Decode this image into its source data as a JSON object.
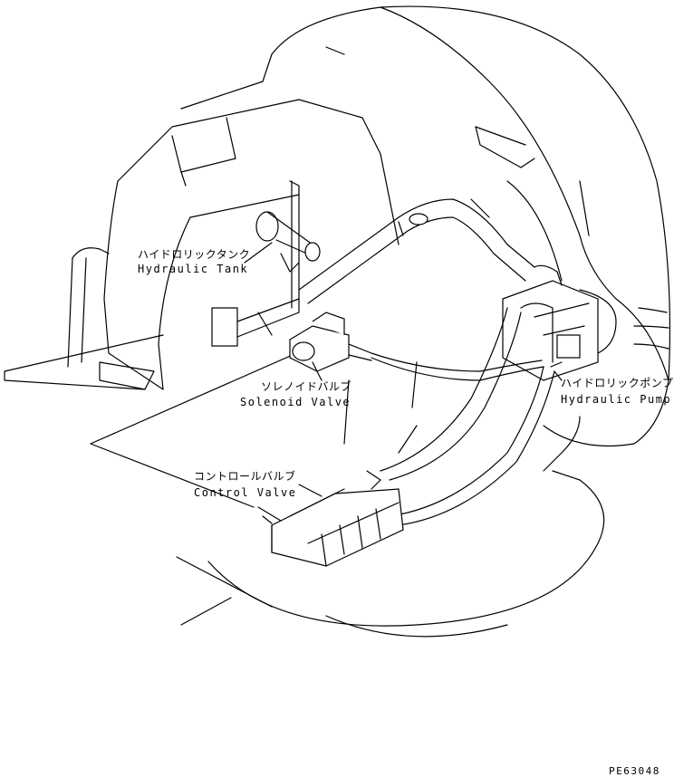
{
  "labels": {
    "hydraulic_tank_jp": "ハイドロリックタンク",
    "hydraulic_tank_en": "Hydraulic Tank",
    "solenoid_valve_jp": "ソレノイドバルブ",
    "solenoid_valve_en": "Solenoid Valve",
    "hydraulic_pump_jp": "ハイドロリックポンプ",
    "hydraulic_pump_en": "Hydraulic Pump",
    "control_valve_jp": "コントロールバルブ",
    "control_valve_en": "Control Valve"
  },
  "drawing_number": "PE63048"
}
